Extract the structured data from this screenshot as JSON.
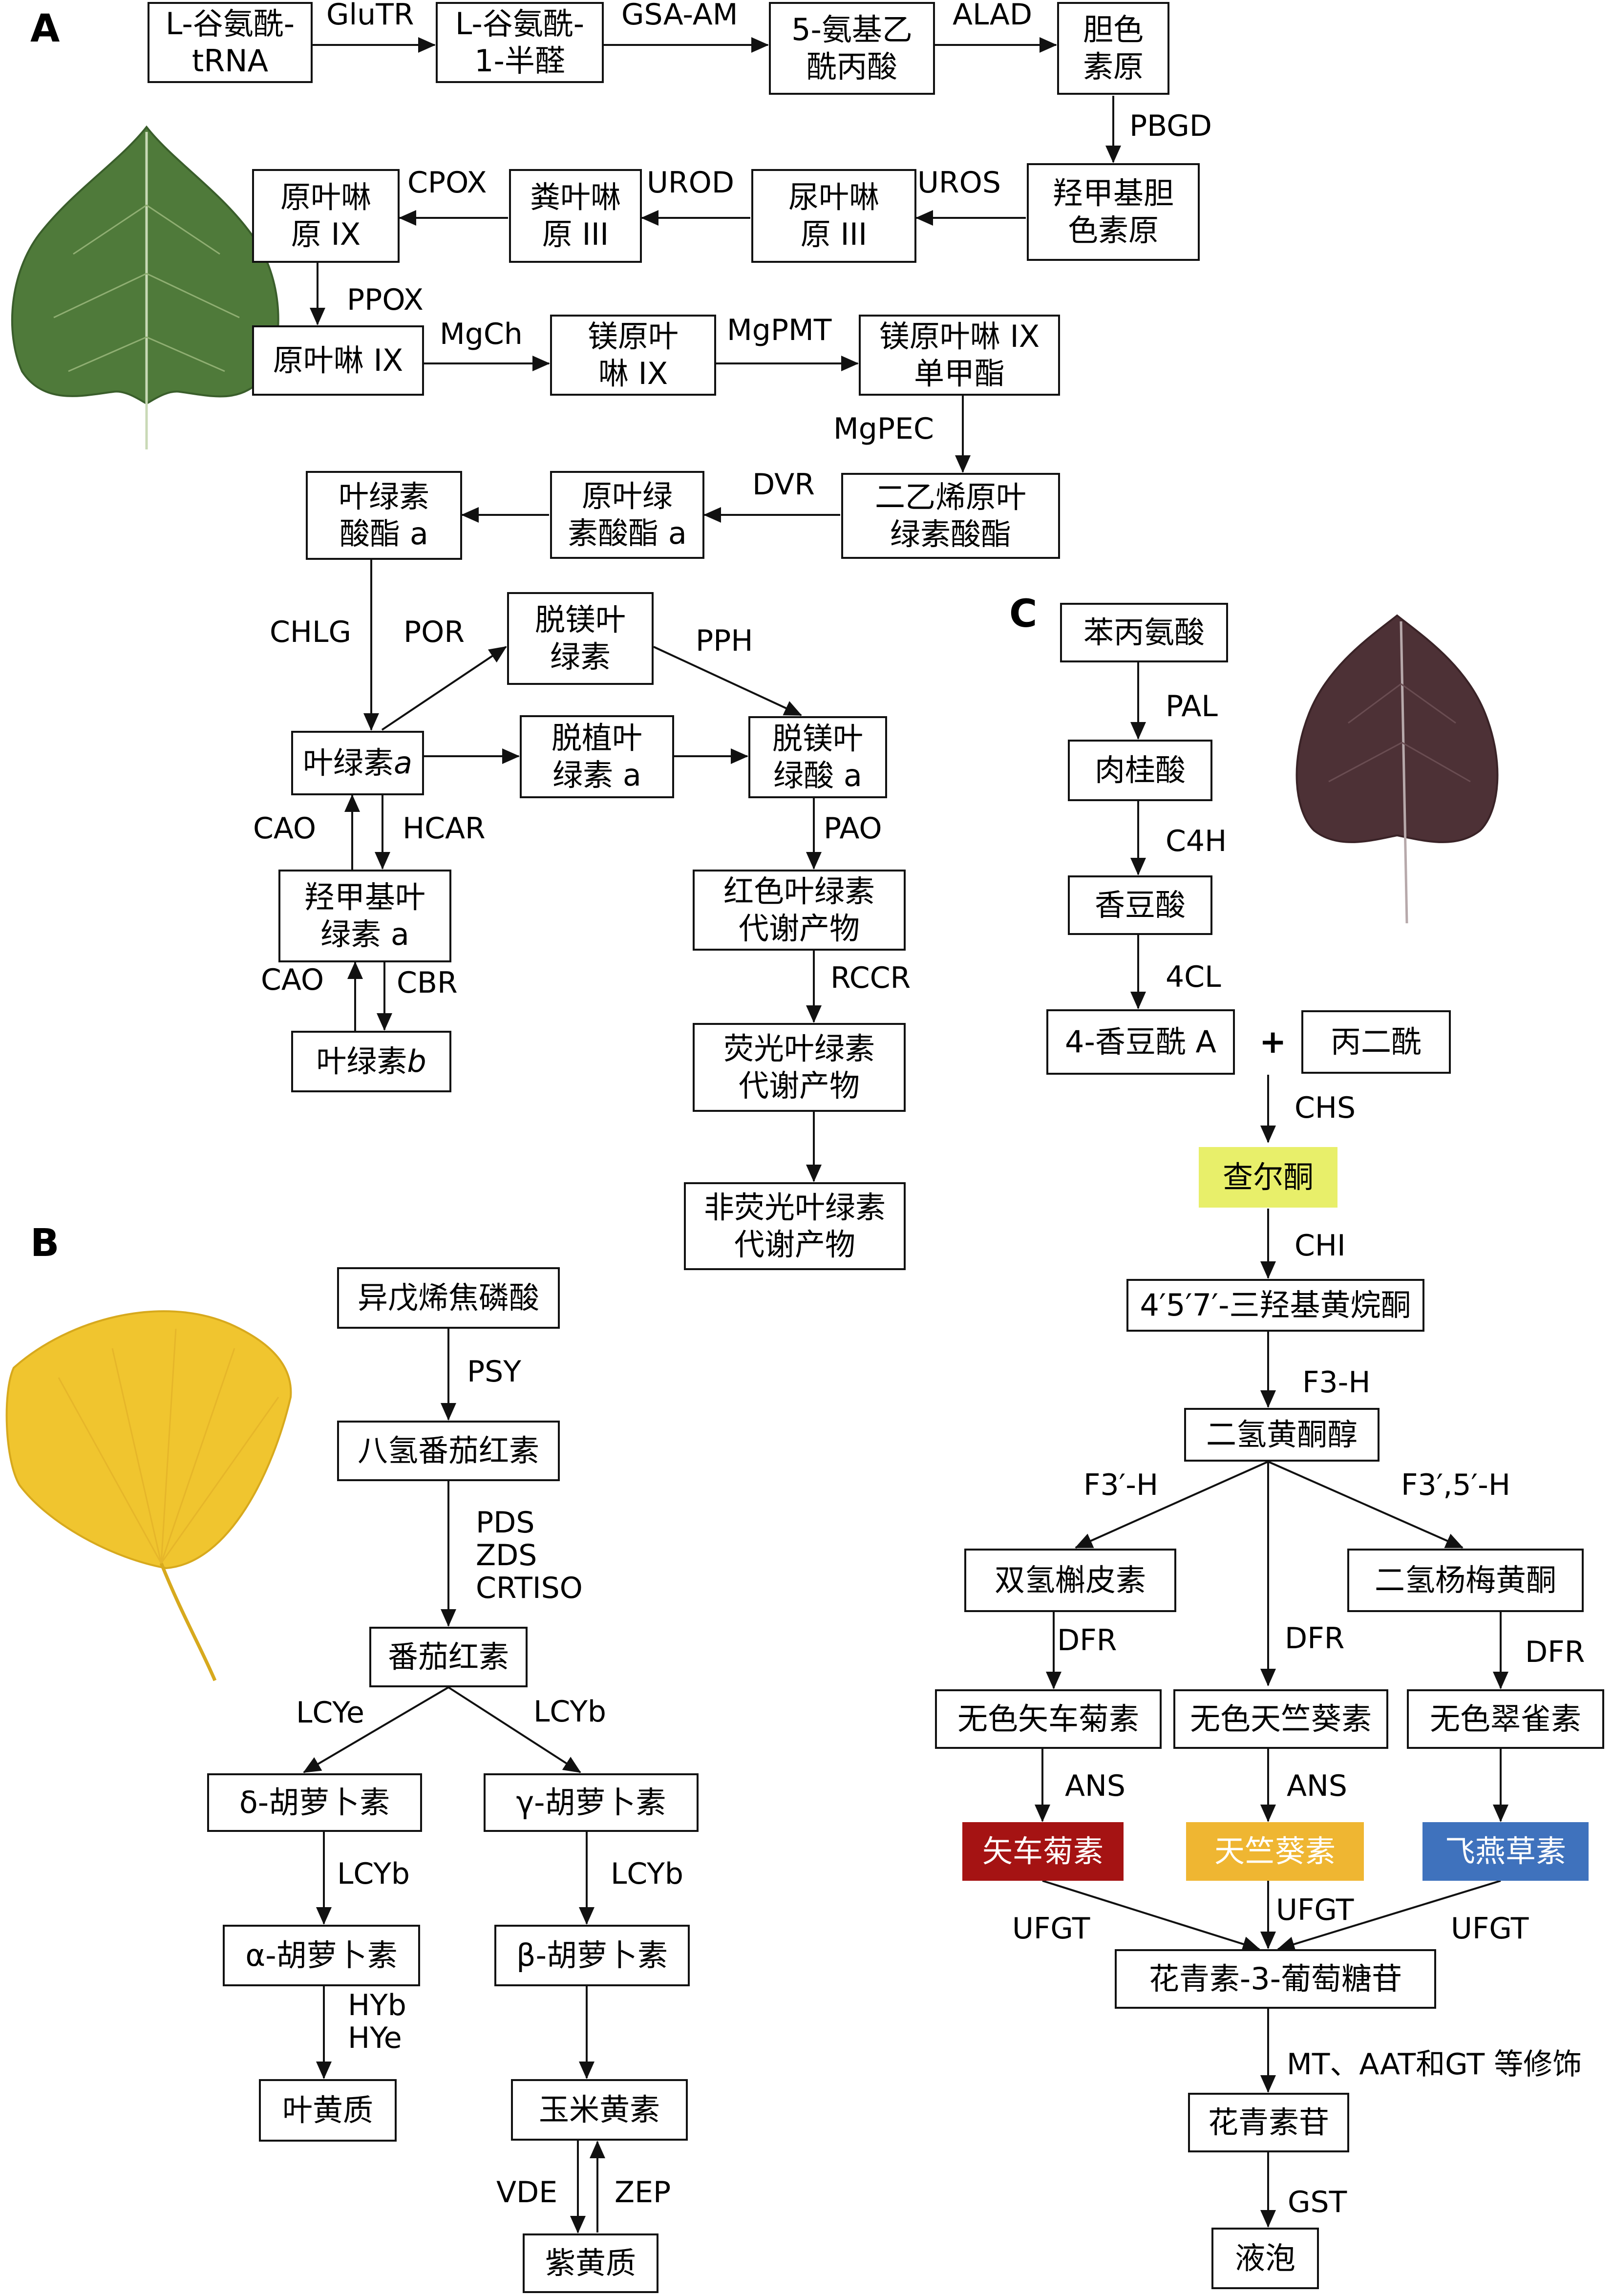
{
  "panels": {
    "a": "A",
    "b": "B",
    "c": "C"
  },
  "colors": {
    "chalcone": "#e8ef6a",
    "pelargonidin": "#a51313",
    "pelargonidin_mid": "#efb632",
    "delphinidin": "#3f72bd",
    "poplar_leaf": "#4f7a3a",
    "ginkgo_leaf": "#f0c52f",
    "purple_leaf": "#4d3136"
  },
  "leaves": {
    "poplar": "green-poplar-leaf",
    "ginkgo": "yellow-ginkgo-leaf",
    "purple": "purple-poplar-leaf"
  },
  "panel_a": {
    "nodes": {
      "glu_trna": "L-谷氨酰-\ntRNA",
      "glu_semialdehyde": "L-谷氨酰-\n1-半醛",
      "ala": "5-氨基乙\n酰丙酸",
      "pbg": "胆色\n素原",
      "hmb": "羟甲基胆\n色素原",
      "uro3": "尿叶啉\n原 III",
      "copro3": "粪叶啉\n原 III",
      "proto9_gen": "原叶啉\n原 IX",
      "proto9": "原叶啉 IX",
      "mg_proto": "镁原叶\n啉 IX",
      "mg_proto_me": "镁原叶啉 IX\n单甲酯",
      "dv_pchlide": "二乙烯原叶\n绿素酸酯",
      "pchlide_a": "原叶绿\n素酸酯 a",
      "chlide_a": "叶绿素\n酸酯 a",
      "pheophorbide": "脱镁叶\n绿素",
      "chl_a": "叶绿素 ",
      "chl_a_italic": "a",
      "pheophytin": "脱植叶\n绿素 a",
      "pheophorbide_a": "脱镁叶\n绿酸 a",
      "hmchl_a": "羟甲基叶\n绿素 a",
      "chl_b": "叶绿素 ",
      "chl_b_italic": "b",
      "rcc": "红色叶绿素\n代谢产物",
      "fcc": "荧光叶绿素\n代谢产物",
      "ncc": "非荧光叶绿素\n代谢产物"
    },
    "enzymes": {
      "glutr": "GluTR",
      "gsa_am": "GSA-AM",
      "alad": "ALAD",
      "pbgd": "PBGD",
      "uros": "UROS",
      "urod": "UROD",
      "cpox": "CPOX",
      "ppox": "PPOX",
      "mgch": "MgCh",
      "mgpmt": "MgPMT",
      "mgpec": "MgPEC",
      "dvr": "DVR",
      "chlg": "CHLG",
      "por": "POR",
      "pph": "PPH",
      "cao1": "CAO",
      "hcar": "HCAR",
      "pao": "PAO",
      "cao2": "CAO",
      "cbr": "CBR",
      "rccr": "RCCR"
    }
  },
  "panel_b": {
    "nodes": {
      "ipp": "异戊烯焦磷酸",
      "phytoene": "八氢番茄红素",
      "lycopene": "番茄红素",
      "delta_carotene": "δ-胡萝卜素",
      "gamma_carotene": "γ-胡萝卜素",
      "alpha_carotene": "α-胡萝卜素",
      "beta_carotene": "β-胡萝卜素",
      "lutein": "叶黄质",
      "zeaxanthin": "玉米黄素",
      "violaxanthin": "紫黄质"
    },
    "enzymes": {
      "psy": "PSY",
      "pds_group": "PDS\nZDS\nCRTISO",
      "lcye": "LCYe",
      "lcyb_top": "LCYb",
      "lcyb_left": "LCYb",
      "lcyb_right": "LCYb",
      "hy_group": "HYb\nHYe",
      "vde": "VDE",
      "zep": "ZEP"
    }
  },
  "panel_c": {
    "nodes": {
      "phe": "苯丙氨酸",
      "cinnamic": "肉桂酸",
      "coumaric": "香豆酸",
      "coumaroyl_coa": "4-香豆酰 A",
      "plus": "+",
      "malonyl": "丙二酰",
      "chalcone": "查尔酮",
      "naringenin": "4′5′7′-三羟基黄烷酮",
      "dhk": "二氢黄酮醇",
      "dhq": "双氢槲皮素",
      "dhm": "二氢杨梅黄酮",
      "leuco_cyan": "无色矢车菊素",
      "leuco_pel": "无色天竺葵素",
      "leuco_del": "无色翠雀素",
      "cyanidin": "矢车菊素",
      "pelargonidin": "天竺葵素",
      "delphinidin": "飞燕草素",
      "anthocyanin_glc": "花青素-3-葡萄糖苷",
      "anthocyanin": "花青素苷",
      "vacuole": "液泡"
    },
    "enzymes": {
      "pal": "PAL",
      "c4h": "C4H",
      "cl4": "4CL",
      "chs": "CHS",
      "chi": "CHI",
      "f3h": "F3-H",
      "f3ph": "F3′-H",
      "f35h": "F3′,5′-H",
      "dfr1": "DFR",
      "dfr2": "DFR",
      "dfr3": "DFR",
      "ans1": "ANS",
      "ans2": "ANS",
      "ufgt1": "UFGT",
      "ufgt2": "UFGT",
      "ufgt3": "UFGT",
      "mods": "MT、AAT和GT 等修饰",
      "gst": "GST"
    }
  }
}
